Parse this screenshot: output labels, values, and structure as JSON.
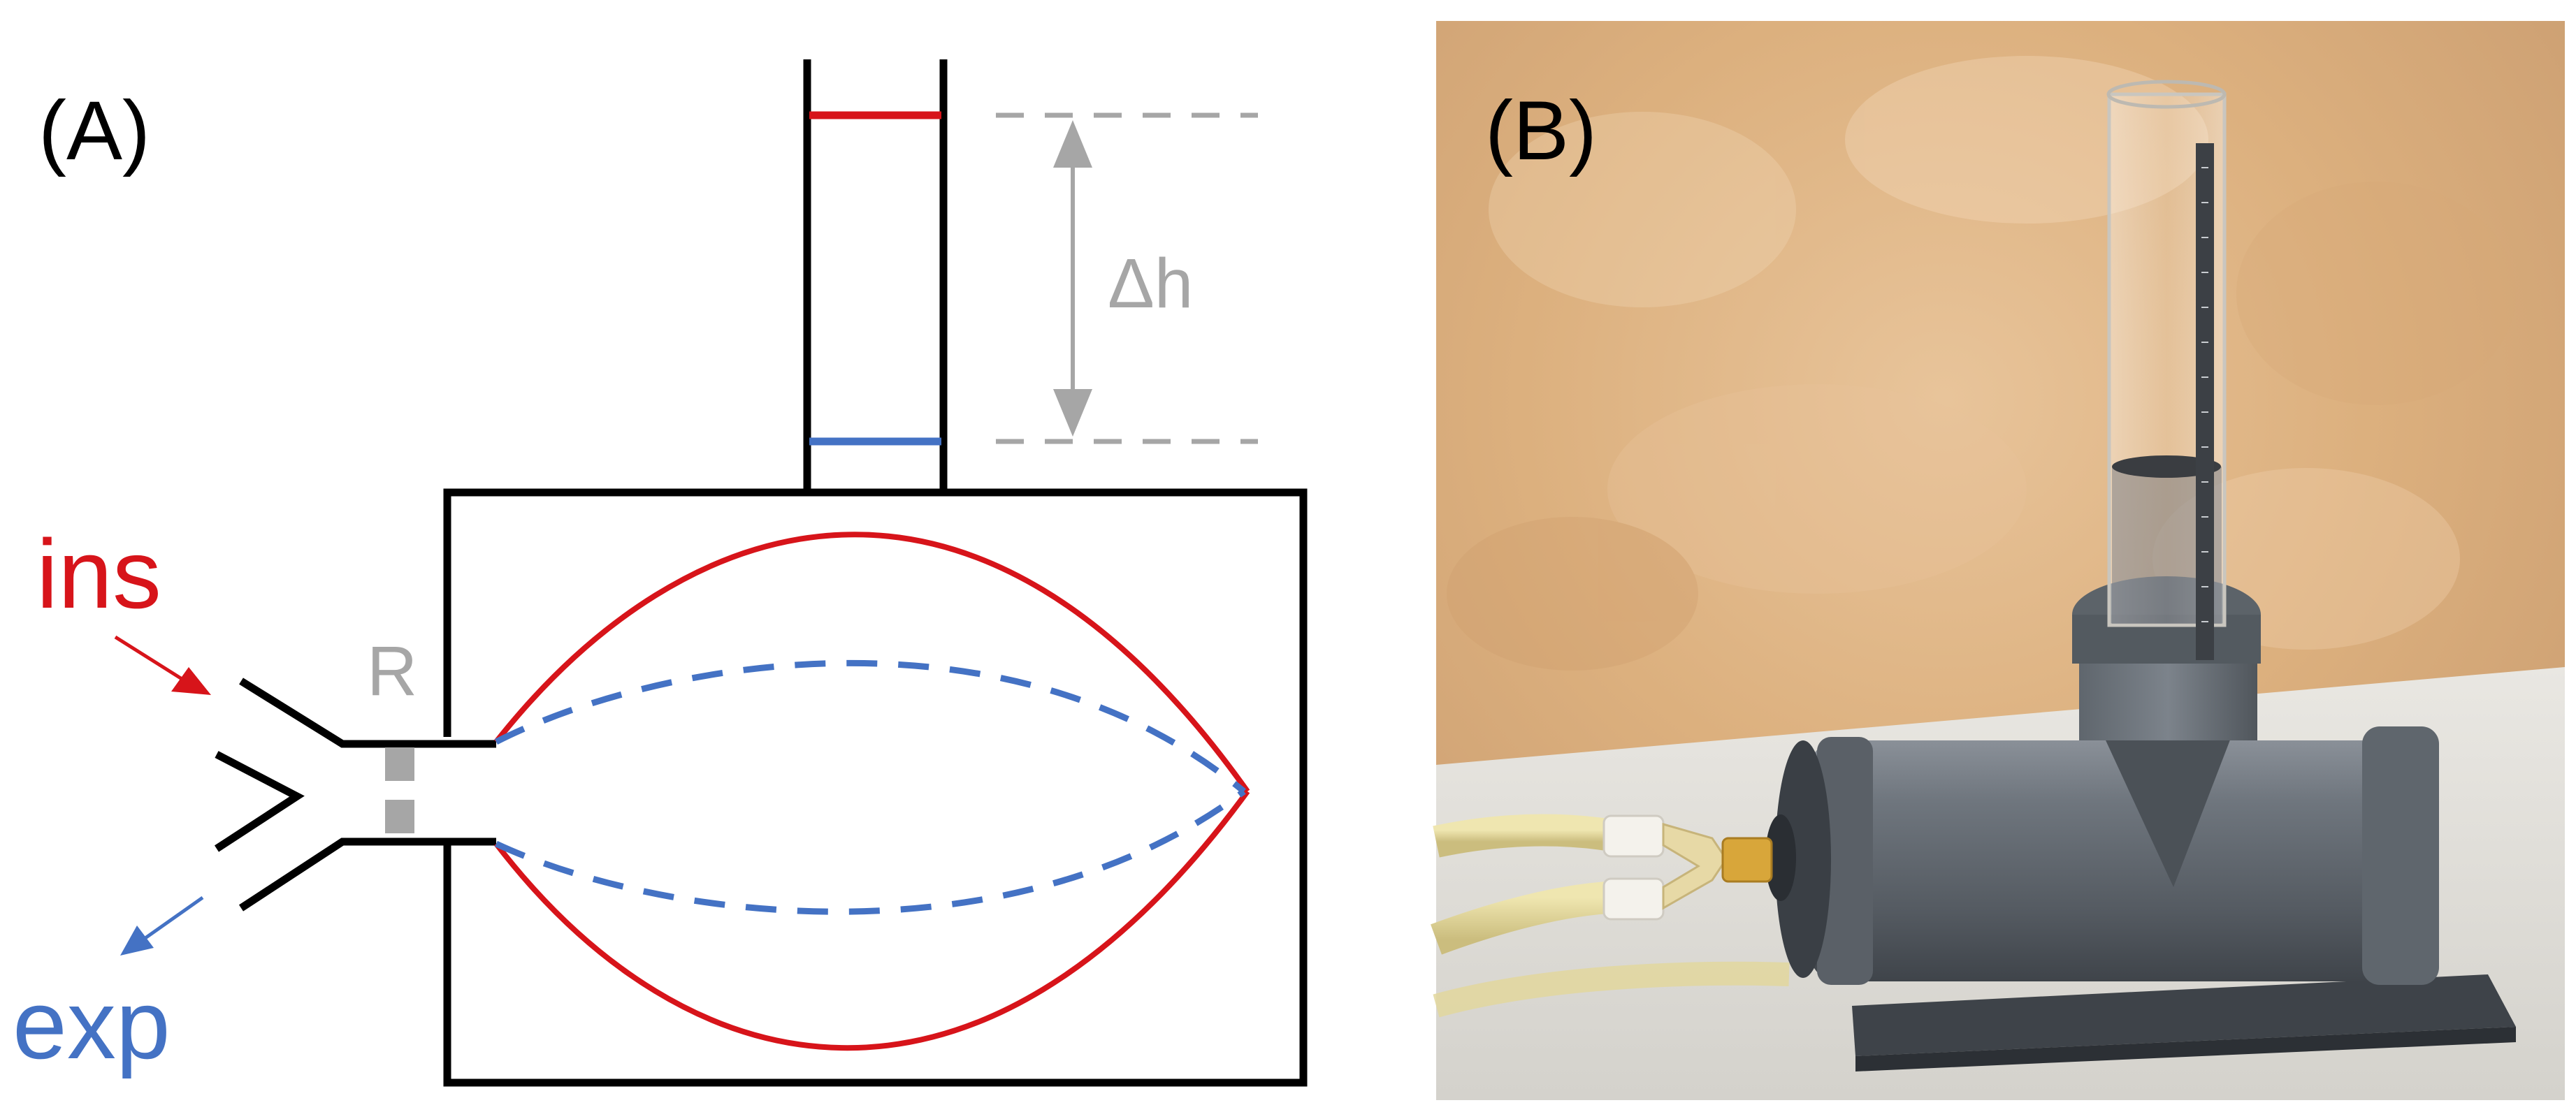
{
  "panel_a": {
    "label": "(A)",
    "inspiration_label": "ins",
    "expiration_label": "exp",
    "resistance_label": "R",
    "height_difference_label": "Δh"
  },
  "panel_b": {
    "label": "(B)"
  },
  "colors": {
    "inspiration": "#d7141a",
    "expiration": "#4472c4",
    "annotation_gray": "#a6a6a6",
    "outline": "#000000"
  }
}
